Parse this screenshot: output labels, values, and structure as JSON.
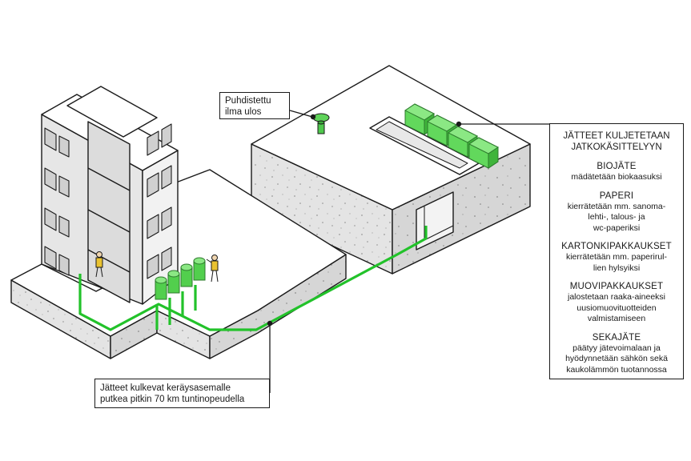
{
  "air_label": "Puhdistettu\nilma ulos",
  "pipe_label": "Jätteet kulkevat keräysasemalle\nputkea pitkin 70 km tuntinopeudella",
  "waste_panel": {
    "title": "JÄTTEET KULJETETAAN\nJATKOKÄSITTELYYN",
    "items": [
      {
        "heading": "BIOJÄTE",
        "description": "mädätetään biokaasuksi"
      },
      {
        "heading": "PAPERI",
        "description": "kierrätetään mm. sanoma-\nlehti-, talous- ja\nwc-paperiksi"
      },
      {
        "heading": "KARTONKIPAKKAUKSET",
        "description": "kierrätetään mm. paperirul-\nlien hylsyiksi"
      },
      {
        "heading": "MUOVIPAKKAUKSET",
        "description": "jalostetaan raaka-aineeksi\nuusiomuovituotteiden\nvalmistamiseen"
      },
      {
        "heading": "SEKAJÄTE",
        "description": "päätyy jätevoimalaan ja\nhyödynnetään sähkön sekä\nkaukolämmön tuotannossa"
      }
    ]
  },
  "colors": {
    "pipe_green": "#22c22a",
    "container_green": "#5fd35a",
    "concrete": "#e6e6e6",
    "concrete_dark": "#d4d4d4",
    "outline": "#1a1a1a",
    "worker_yellow": "#e9c230"
  }
}
